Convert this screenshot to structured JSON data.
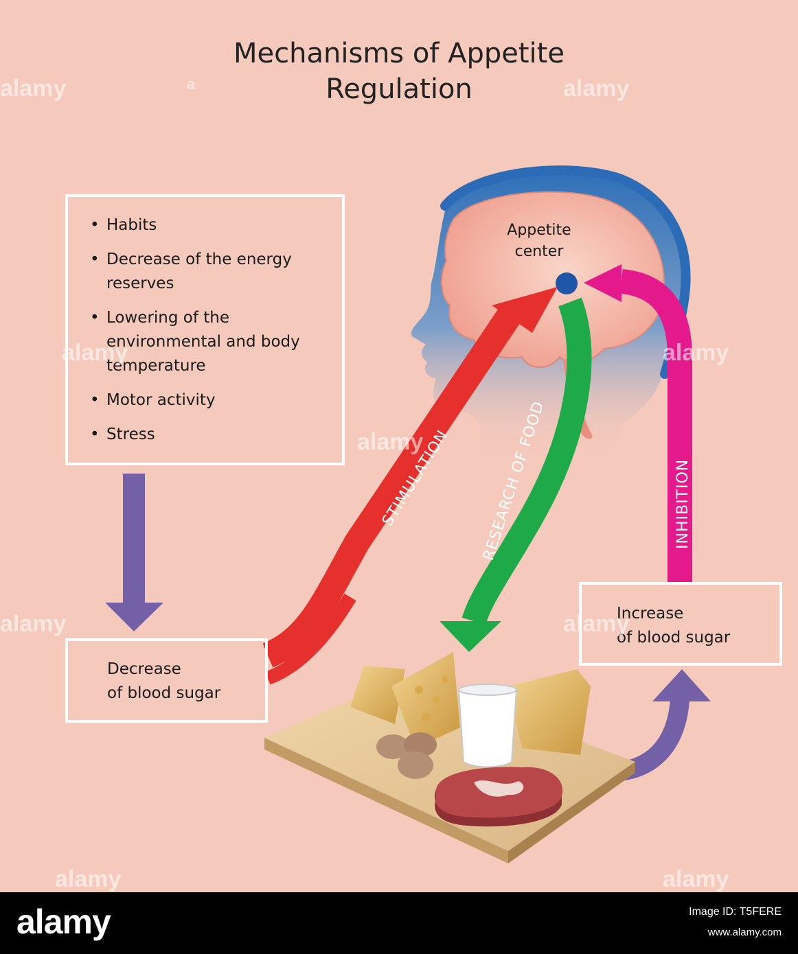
{
  "title_line1": "Mechanisms of Appetite",
  "title_line2": "Regulation",
  "factors": [
    "Habits",
    "Decrease of the energy reserves",
    "Lowering of the environmental and body temperature",
    "Motor activity",
    "Stress"
  ],
  "decrease_box": {
    "line1": "Decrease",
    "line2": "of blood sugar"
  },
  "increase_box": {
    "line1": "Increase",
    "line2": "of blood sugar"
  },
  "appetite_center": {
    "line1": "Appetite",
    "line2": "center"
  },
  "arrows": {
    "stimulation": "STIMULATION",
    "research": "RESEARCH OF FOOD",
    "inhibition": "INHIBITION"
  },
  "colors": {
    "background": "#f5c9bb",
    "box_border": "#ffffff",
    "purple_arrow": "#7460a6",
    "stimulation": "#e6302e",
    "research": "#1faa4a",
    "inhibition": "#e4198b",
    "head_blue": "#2e6fb8",
    "brain": "#f0a597",
    "appetite_dot": "#1f56a8"
  },
  "watermark": "alamy",
  "footer": {
    "logo": "alamy",
    "image_id": "Image ID: T5FERE",
    "url": "www.alamy.com"
  }
}
